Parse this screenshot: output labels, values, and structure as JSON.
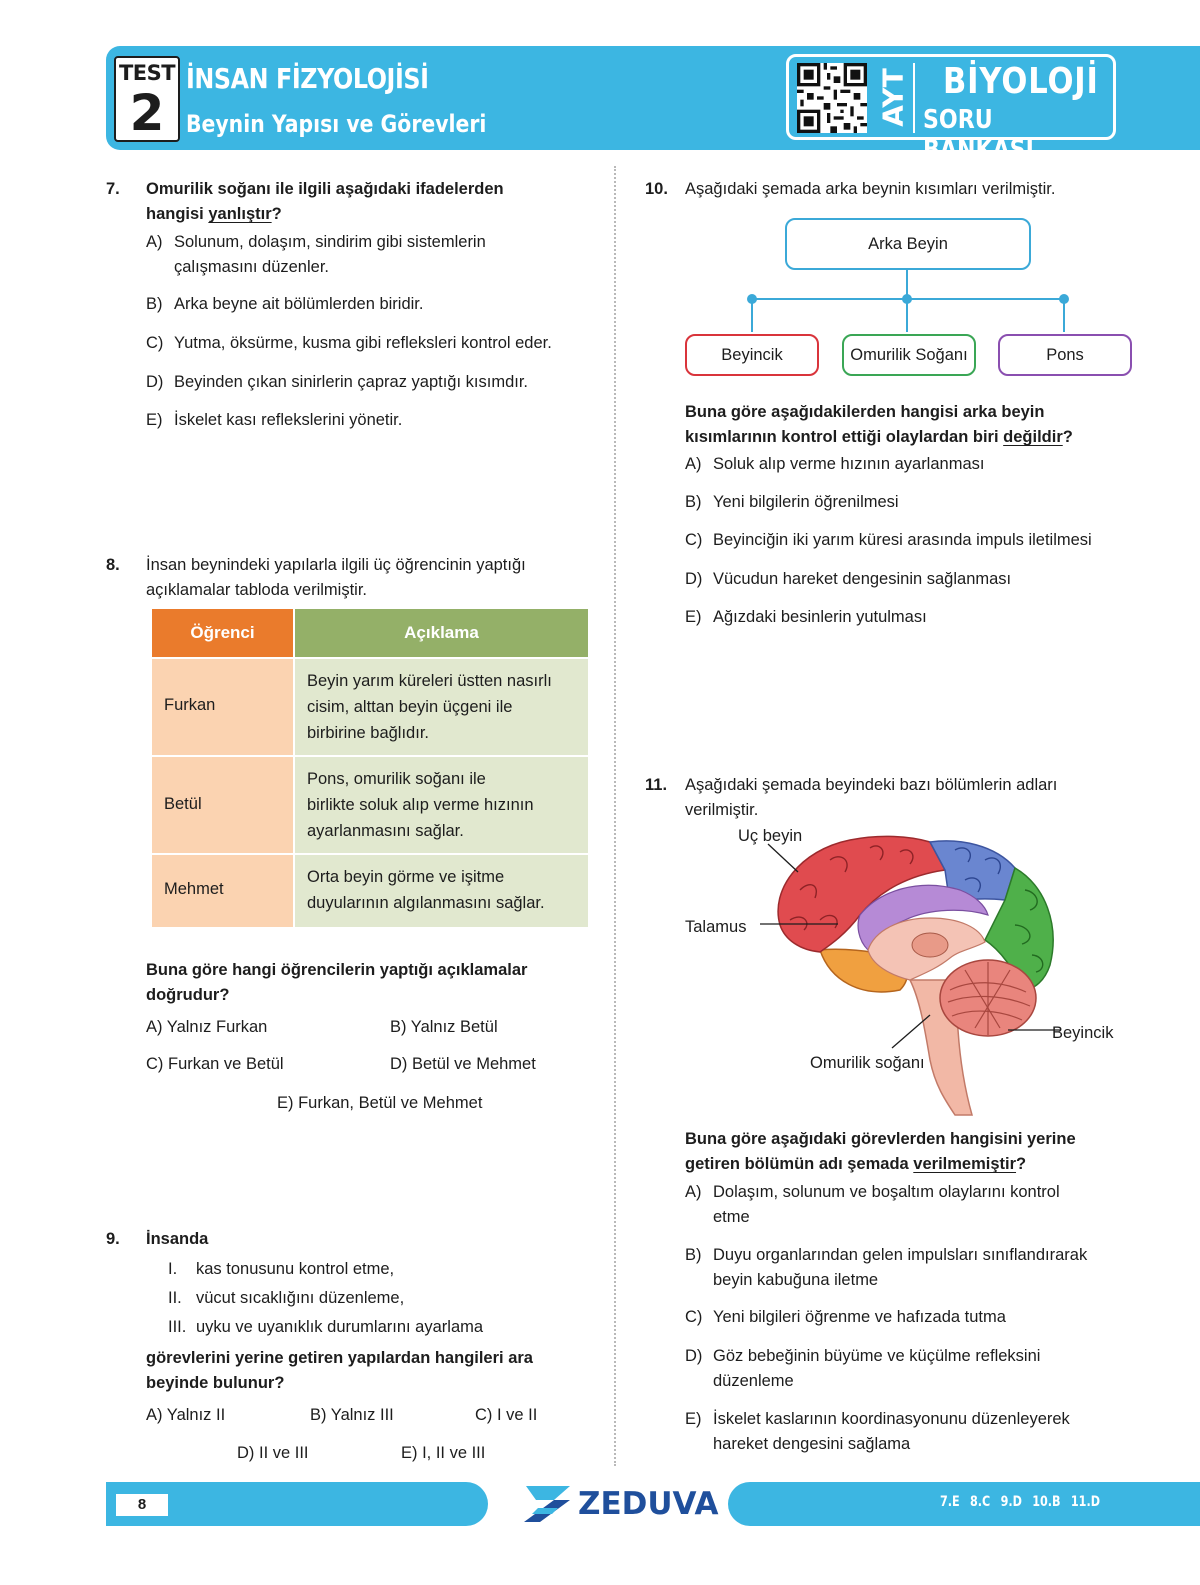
{
  "header": {
    "test_label": "TEST",
    "test_number": "2",
    "title": "İNSAN FİZYOLOJİSİ",
    "subtitle": "Beynin Yapısı ve Görevleri",
    "exam": "AYT",
    "book_title": "BİYOLOJİ",
    "book_subtitle": "SORU BANKASI"
  },
  "q7": {
    "number": "7.",
    "stem_a": "Omurilik soğanı ile ilgili aşağıdaki ifadelerden",
    "stem_b": "hangisi ",
    "stem_u": "yanlıştır",
    "stem_c": "?",
    "options": [
      {
        "letter": "A)",
        "lines": [
          "Solunum, dolaşım, sindirim gibi sistemlerin",
          "çalışmasını düzenler."
        ]
      },
      {
        "letter": "B)",
        "lines": [
          "Arka beyne ait bölümlerden biridir."
        ]
      },
      {
        "letter": "C)",
        "lines": [
          "Yutma, öksürme, kusma gibi refleksleri kontrol eder."
        ]
      },
      {
        "letter": "D)",
        "lines": [
          "Beyinden çıkan sinirlerin çapraz yaptığı kısımdır."
        ]
      },
      {
        "letter": "E)",
        "lines": [
          "İskelet kası reflekslerini yönetir."
        ]
      }
    ]
  },
  "q8": {
    "number": "8.",
    "stem_1": "İnsan beynindeki yapılarla ilgili üç öğrencinin yaptığı",
    "stem_2": "açıklamalar tabloda verilmiştir.",
    "table": {
      "headers": [
        "Öğrenci",
        "Açıklama"
      ],
      "rows": [
        {
          "name": "Furkan",
          "lines": [
            "Beyin yarım küreleri üstten nasırlı",
            "cisim, alttan beyin üçgeni ile",
            "birbirine bağlıdır."
          ]
        },
        {
          "name": "Betül",
          "lines": [
            "Pons, omurilik soğanı ile",
            "birlikte soluk alıp verme hızının",
            "ayarlanmasını sağlar."
          ]
        },
        {
          "name": "Mehmet",
          "lines": [
            "Orta beyin görme ve işitme",
            "duyularının algılanmasını sağlar."
          ]
        }
      ]
    },
    "question_1": "Buna göre hangi öğrencilerin yaptığı açıklamalar",
    "question_2": "doğrudur?",
    "options": [
      "A) Yalnız Furkan",
      "B) Yalnız Betül",
      "C) Furkan ve Betül",
      "D) Betül ve Mehmet",
      "E) Furkan, Betül ve Mehmet"
    ]
  },
  "q9": {
    "number": "9.",
    "intro": "İnsanda",
    "items": [
      {
        "roman": "I.",
        "text": "kas tonusunu kontrol etme,"
      },
      {
        "roman": "II.",
        "text": "vücut sıcaklığını düzenleme,"
      },
      {
        "roman": "III.",
        "text": "uyku ve uyanıklık durumlarını ayarlama"
      }
    ],
    "question_1": "görevlerini yerine getiren yapılardan hangileri ara",
    "question_2": "beyinde bulunur?",
    "options": [
      "A) Yalnız II",
      "B) Yalnız III",
      "C) I ve II",
      "D) II ve III",
      "E) I, II ve III"
    ]
  },
  "q10": {
    "number": "10.",
    "stem": "Aşağıdaki şemada arka beynin kısımları verilmiştir.",
    "diagram": {
      "root": "Arka Beyin",
      "children": [
        {
          "label": "Beyincik",
          "color": "#d9343b"
        },
        {
          "label": "Omurilik Soğanı",
          "color": "#3aa655"
        },
        {
          "label": "Pons",
          "color": "#8a4fb0"
        }
      ],
      "line_color": "#3ba9d8"
    },
    "question_1": "Buna göre aşağıdakilerden hangisi arka beyin",
    "question_2a": "kısımlarının kontrol ettiği olaylardan biri ",
    "question_2u": "değildir",
    "question_2c": "?",
    "options": [
      {
        "letter": "A)",
        "text": "Soluk alıp verme hızının ayarlanması"
      },
      {
        "letter": "B)",
        "text": "Yeni bilgilerin öğrenilmesi"
      },
      {
        "letter": "C)",
        "text": "Beyinciğin iki yarım küresi arasında impuls iletilmesi"
      },
      {
        "letter": "D)",
        "text": "Vücudun hareket dengesinin sağlanması"
      },
      {
        "letter": "E)",
        "text": "Ağızdaki besinlerin yutulması"
      }
    ]
  },
  "q11": {
    "number": "11.",
    "stem_1": "Aşağıdaki şemada beyindeki bazı bölümlerin adları",
    "stem_2": "verilmiştir.",
    "labels": {
      "uc_beyin": "Uç beyin",
      "talamus": "Talamus",
      "beyincik": "Beyincik",
      "omurilik": "Omurilik soğanı"
    },
    "question_1": "Buna göre aşağıdaki görevlerden hangisini yerine",
    "question_2a": "getiren bölümün adı şemada ",
    "question_2u": "verilmemiştir",
    "question_2c": "?",
    "options": [
      {
        "letter": "A)",
        "lines": [
          "Dolaşım, solunum ve boşaltım olaylarını kontrol",
          "etme"
        ]
      },
      {
        "letter": "B)",
        "lines": [
          "Duyu organlarından gelen impulsları sınıflandırarak",
          "beyin kabuğuna iletme"
        ]
      },
      {
        "letter": "C)",
        "lines": [
          "Yeni bilgileri öğrenme ve hafızada tutma"
        ]
      },
      {
        "letter": "D)",
        "lines": [
          "Göz bebeğinin büyüme ve küçülme refleksini",
          "düzenleme"
        ]
      },
      {
        "letter": "E)",
        "lines": [
          "İskelet kaslarının koordinasyonunu düzenleyerek",
          "hareket dengesini sağlama"
        ]
      }
    ]
  },
  "footer": {
    "page_number": "8",
    "publisher": "ZEDUVA",
    "answers": "7.E 8.C 9.D 10.B 11.D"
  },
  "colors": {
    "brand_blue": "#3cb6e2",
    "table_header_orange": "#ea7b2c",
    "table_header_green": "#94b068"
  }
}
